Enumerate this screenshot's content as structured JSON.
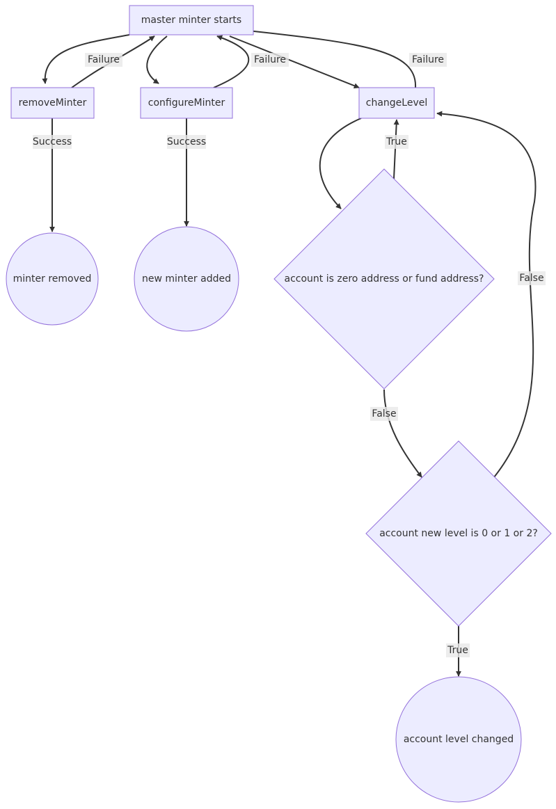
{
  "nodes": {
    "master": "master minter starts",
    "remove": "removeMinter",
    "configure": "configureMinter",
    "change_level": "changeLevel",
    "minter_removed": "minter removed",
    "minter_added": "new minter added",
    "zero_check": "account is zero address or fund address?",
    "level_check": "account new level is 0 or 1 or 2?",
    "level_changed": "account level changed"
  },
  "edges": {
    "master_to_remove": "",
    "remove_failure": "Failure",
    "master_to_configure": "",
    "configure_failure": "Failure",
    "master_to_change": "",
    "change_failure": "Failure",
    "remove_success": "Success",
    "configure_success": "Success",
    "change_to_zero_check": "",
    "zero_check_true": "True",
    "zero_check_false": "False",
    "level_check_false": "False",
    "level_check_true": "True"
  },
  "colors": {
    "node_fill": "#ececff",
    "node_stroke": "#9370db",
    "edge": "#333333",
    "label_background": "#e8e8e8"
  }
}
